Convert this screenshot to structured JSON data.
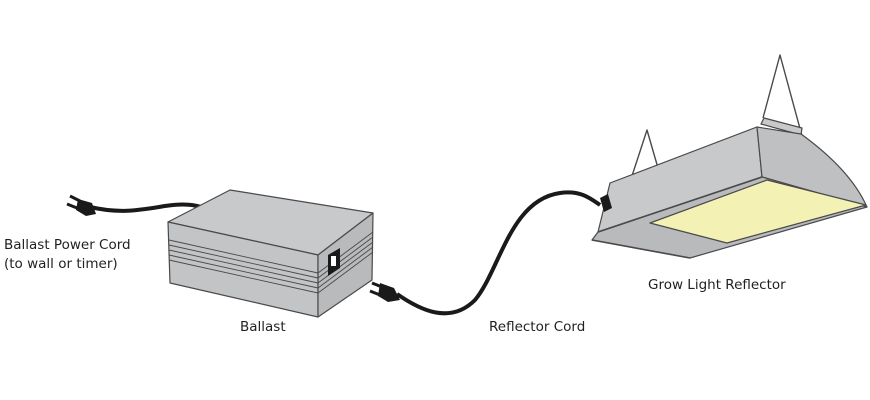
{
  "labels": {
    "ballast_power_cord": "Ballast Power Cord",
    "ballast_power_cord_note": "(to wall or timer)",
    "ballast": "Ballast",
    "reflector_cord": "Reflector Cord",
    "grow_light_reflector": "Grow Light Reflector"
  },
  "colors": {
    "metal": "#c8c9cb",
    "metal_dark": "#b5b6b8",
    "outline": "#4a4a4c",
    "cord": "#1a1a1a",
    "lamp_glow": "#f4f1b4"
  }
}
